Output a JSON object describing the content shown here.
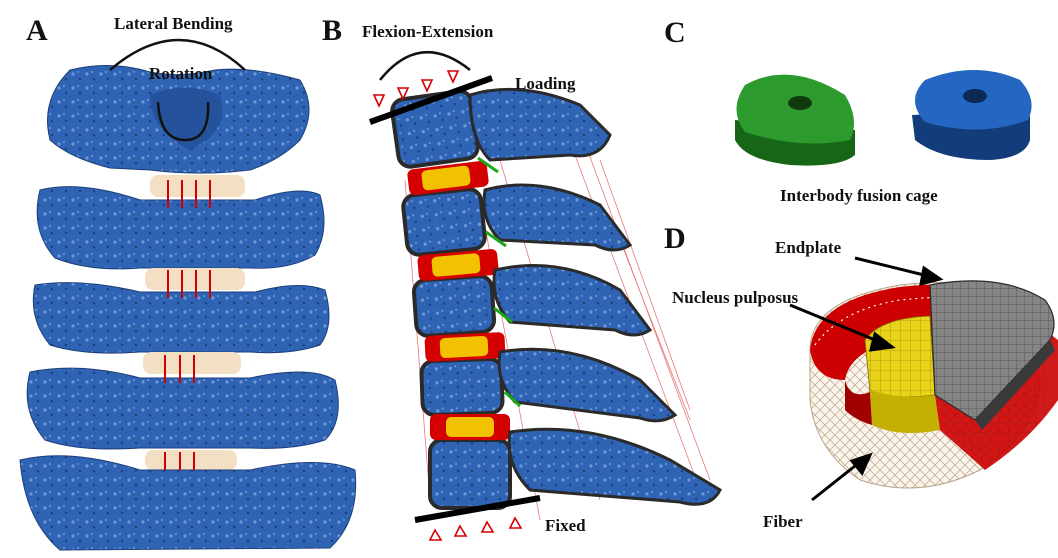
{
  "panels": {
    "a": "A",
    "b": "B",
    "c": "C",
    "d": "D"
  },
  "annotations": {
    "lateral_bending": "Lateral Bending",
    "rotation": "Rotation",
    "flexion_extension": "Flexion-Extension",
    "loading": "Loading",
    "fixed": "Fixed",
    "cage": "Interbody fusion cage",
    "endplate": "Endplate",
    "nucleus": "Nucleus pulposus",
    "fiber": "Fiber"
  },
  "colors": {
    "bone": "#2b5fae",
    "bone_dark": "#1d3f7a",
    "disc_a": "#f3dfc4",
    "disc_yellow": "#f2c200",
    "annulus_red": "#d40000",
    "ligament": "#e04040",
    "cage_green": "#2a8a2a",
    "cage_blue": "#1c55a8",
    "endplate_gray": "#7a7a7a",
    "fiber": "#f0e4d0"
  }
}
